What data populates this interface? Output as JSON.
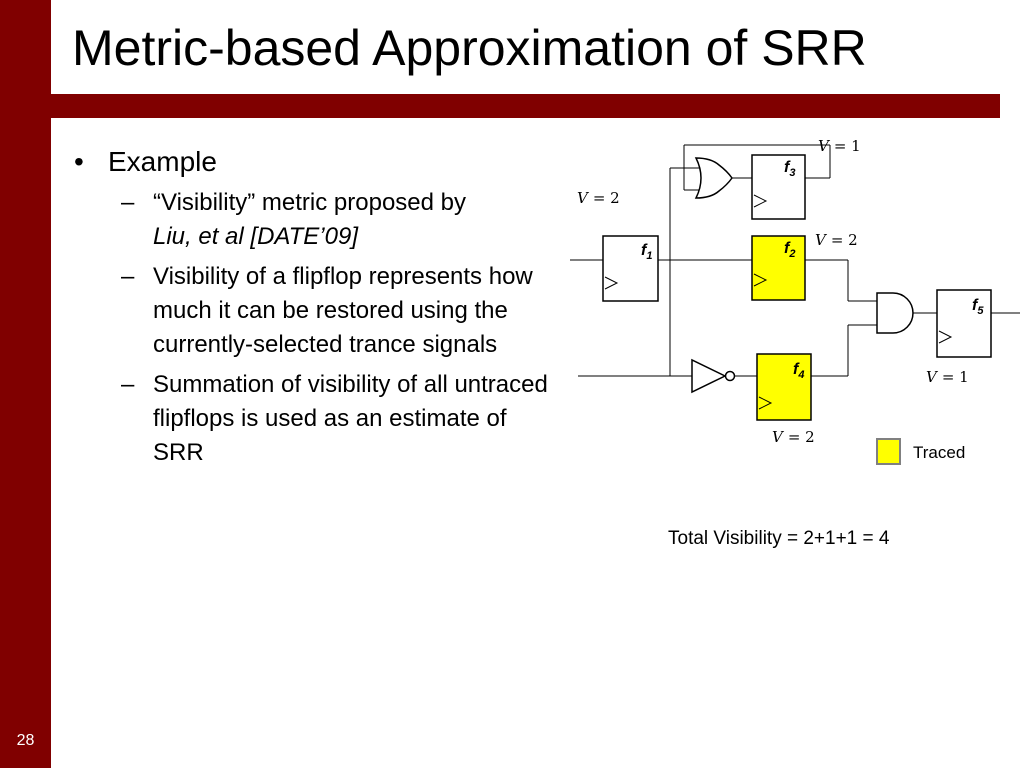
{
  "slide": {
    "title": "Metric-based Approximation of SRR",
    "number": "28",
    "accent_color": "#800000"
  },
  "bullets": {
    "main": "Example",
    "subs": {
      "s1_line1": "“Visibility” metric proposed by",
      "s1_line2": "Liu, et al [DATE’09]",
      "s2": "Visibility of a flipflop represents how much it can be restored using the currently-selected trance signals",
      "s3": "Summation of visibility of all untraced flipflops is used as an estimate of SRR"
    }
  },
  "circuit": {
    "flipflops": {
      "f1": {
        "letter": "f",
        "index": "1",
        "traced": false
      },
      "f2": {
        "letter": "f",
        "index": "2",
        "traced": true
      },
      "f3": {
        "letter": "f",
        "index": "3",
        "traced": false
      },
      "f4": {
        "letter": "f",
        "index": "4",
        "traced": true
      },
      "f5": {
        "letter": "f",
        "index": "5",
        "traced": false
      }
    },
    "visibility": {
      "v_symbol": "V",
      "f1": "= 2",
      "f2": "= 2",
      "f3": "= 1",
      "f4": "= 2",
      "f5": "= 1"
    },
    "traced_color": "#ffff00"
  },
  "legend": {
    "label": "Traced"
  },
  "total": "Total Visibility = 2+1+1 = 4"
}
